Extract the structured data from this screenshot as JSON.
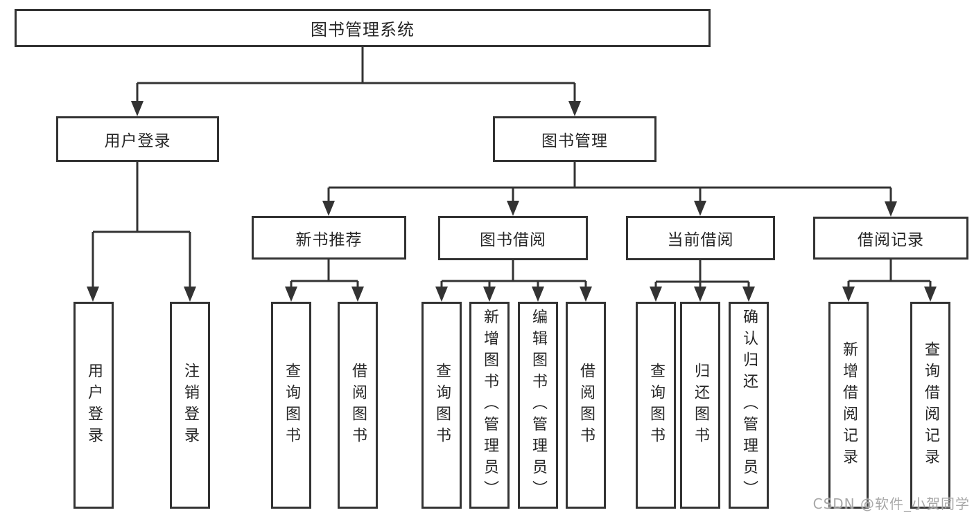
{
  "diagram": {
    "root": {
      "label": "图书管理系统"
    },
    "level2": [
      {
        "label": "用户登录"
      },
      {
        "label": "图书管理"
      }
    ],
    "level3": [
      {
        "label": "新书推荐"
      },
      {
        "label": "图书借阅"
      },
      {
        "label": "当前借阅"
      },
      {
        "label": "借阅记录"
      }
    ],
    "leaves": {
      "user_login": [
        "用户登录",
        "注销登录"
      ],
      "new_books": [
        "查询图书",
        "借阅图书"
      ],
      "book_borrow": [
        "查询图书",
        "新增图书（管理员）",
        "编辑图书（管理员）",
        "借阅图书"
      ],
      "current_borrow": [
        "查询图书",
        "归还图书",
        "确认归还（管理员）"
      ],
      "borrow_records": [
        "新增借阅记录",
        "查询借阅记录"
      ]
    }
  },
  "watermark": "CSDN @软件_小贺同学",
  "colors": {
    "line": "#333333",
    "text": "#262626",
    "background": "#ffffff",
    "watermark": "#9e9e9e"
  }
}
